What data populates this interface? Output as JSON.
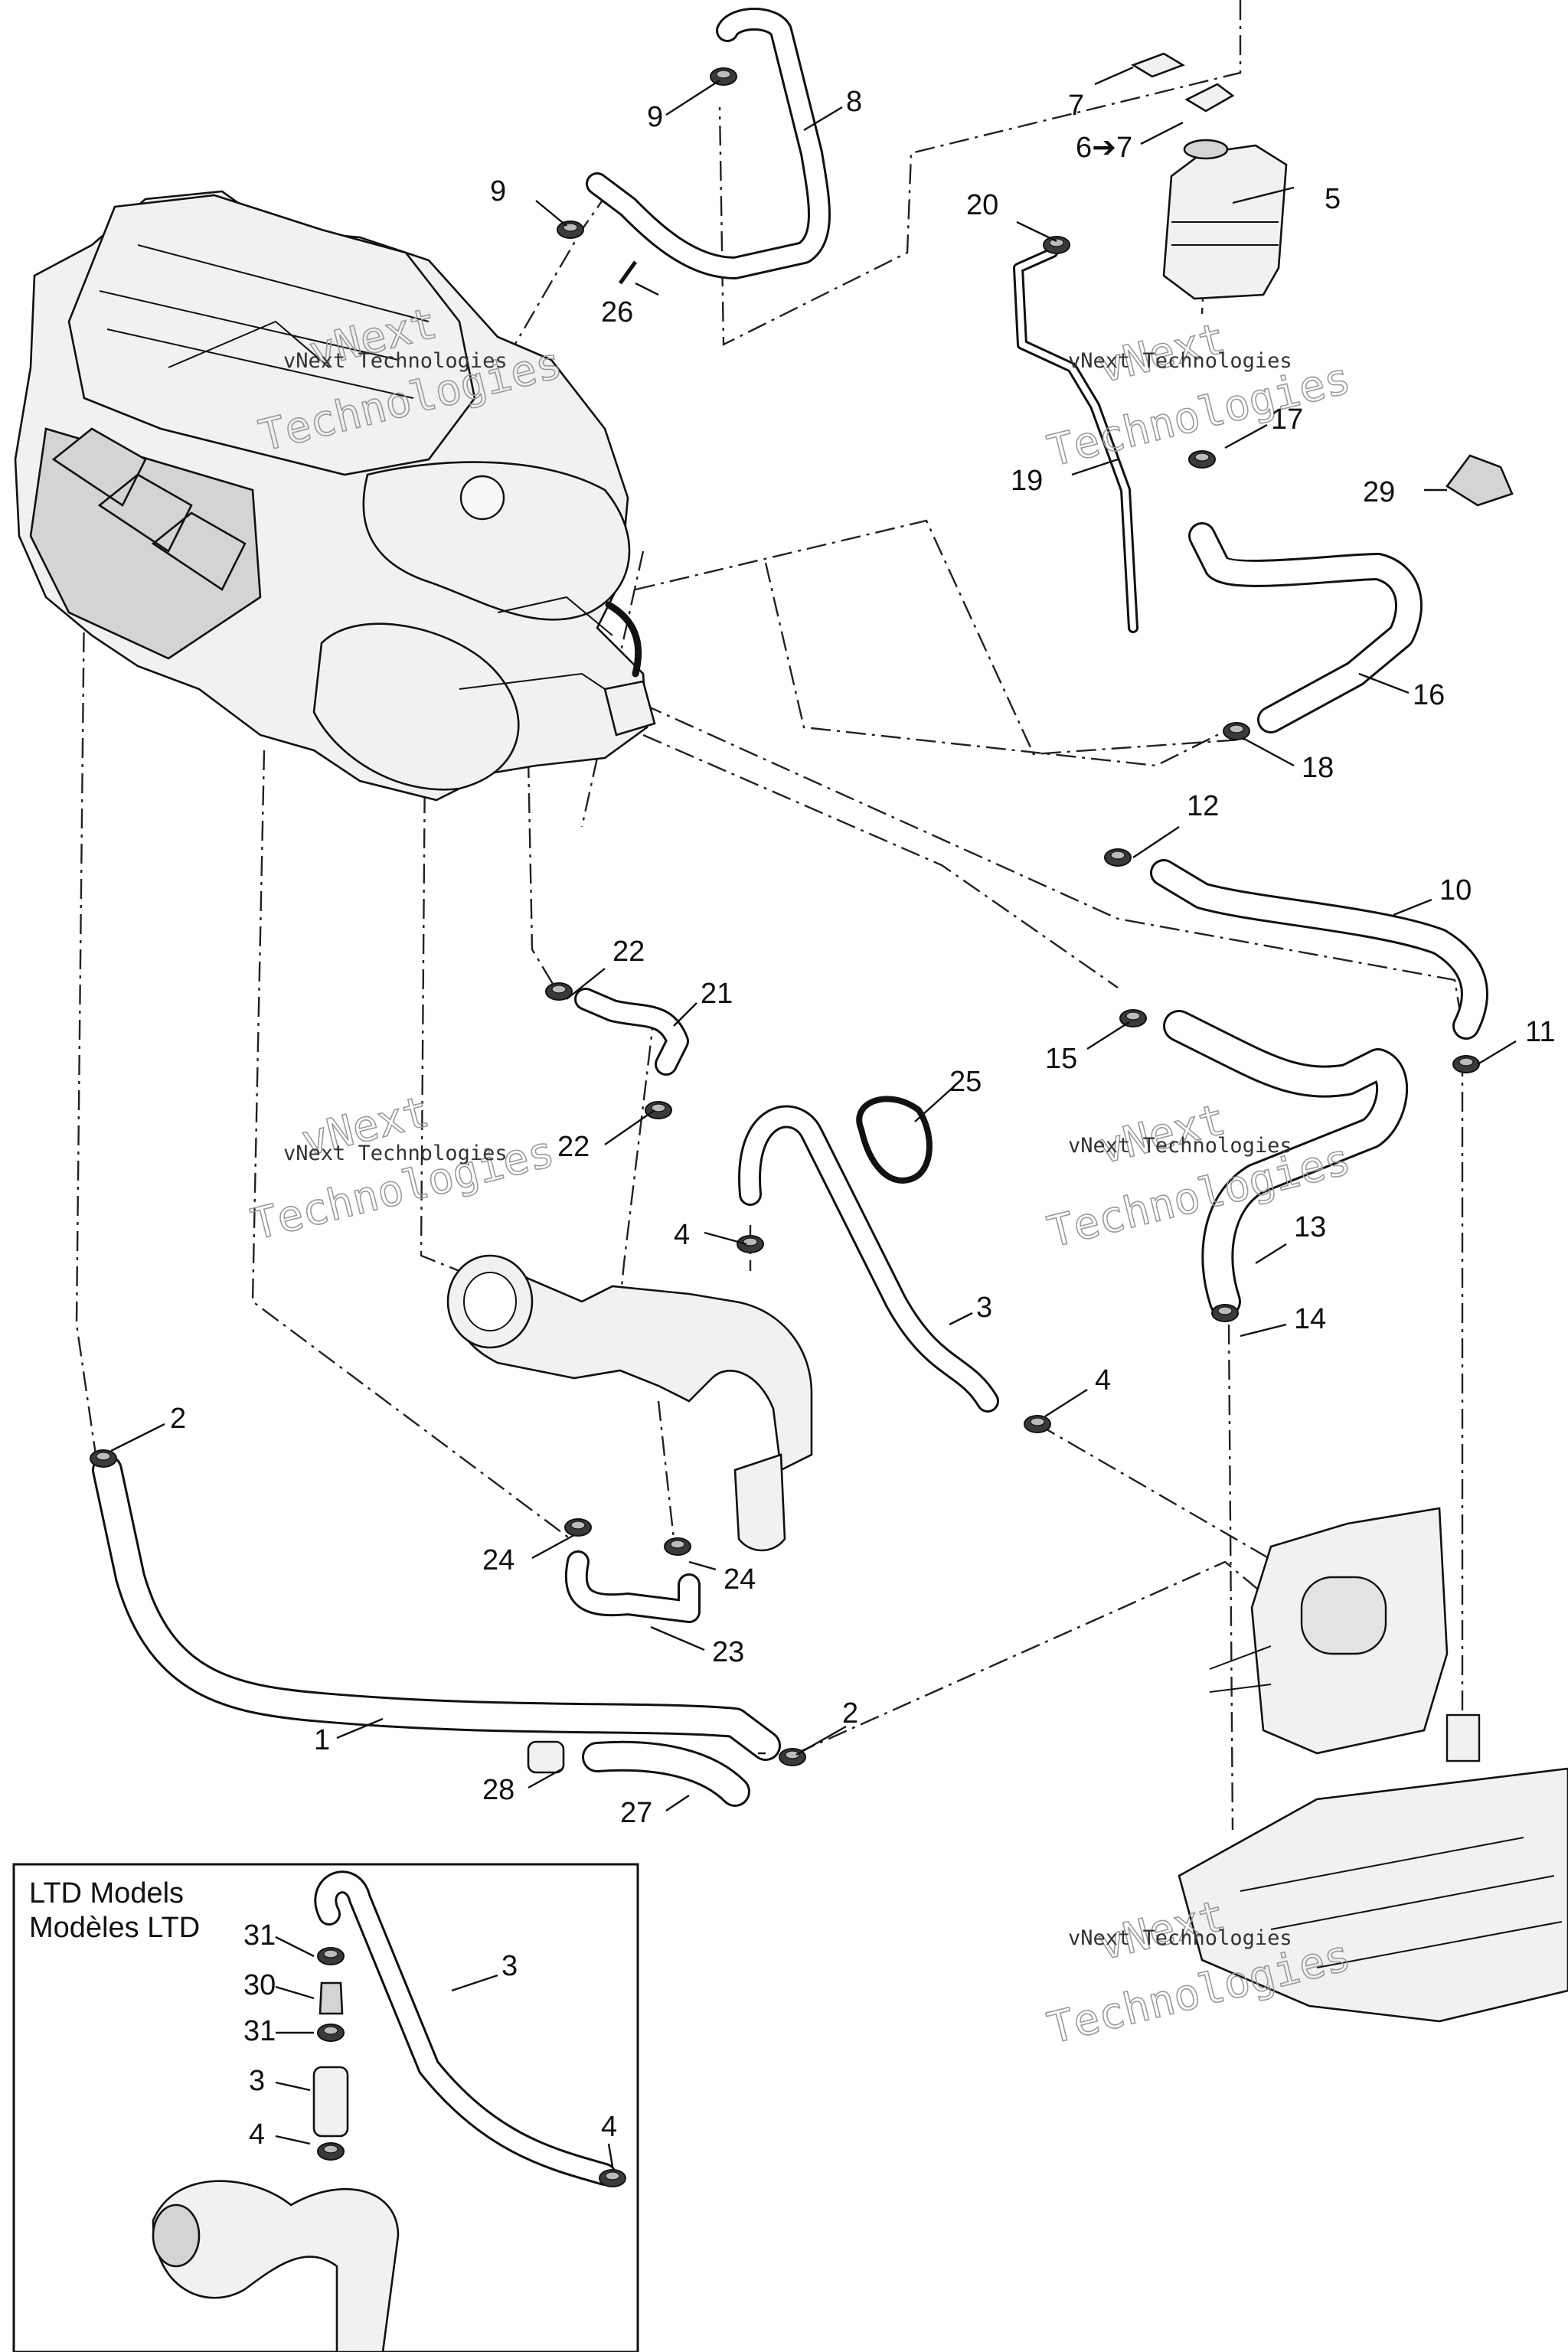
{
  "callouts": {
    "c1": "1",
    "c2a": "2",
    "c2b": "2",
    "c3": "3",
    "c4a": "4",
    "c4b": "4",
    "c5": "5",
    "c6": "6➔7",
    "c7": "7",
    "c8": "8",
    "c9a": "9",
    "c9b": "9",
    "c10": "10",
    "c11": "11",
    "c12": "12",
    "c13": "13",
    "c14": "14",
    "c15": "15",
    "c16": "16",
    "c17": "17",
    "c18": "18",
    "c19": "19",
    "c20": "20",
    "c21": "21",
    "c22a": "22",
    "c22b": "22",
    "c23": "23",
    "c24a": "24",
    "c24b": "24",
    "c25": "25",
    "c26": "26",
    "c27": "27",
    "c28": "28",
    "c29": "29"
  },
  "ltd_inset": {
    "title_en": "LTD Models",
    "title_fr": "Modèles LTD",
    "c31a": "31",
    "c30": "30",
    "c31b": "31",
    "c3a": "3",
    "c3b": "3",
    "c4a": "4",
    "c4b": "4"
  },
  "watermark": {
    "line1": "vNext",
    "line2": "Technologies",
    "small": "vNext Technologies"
  }
}
